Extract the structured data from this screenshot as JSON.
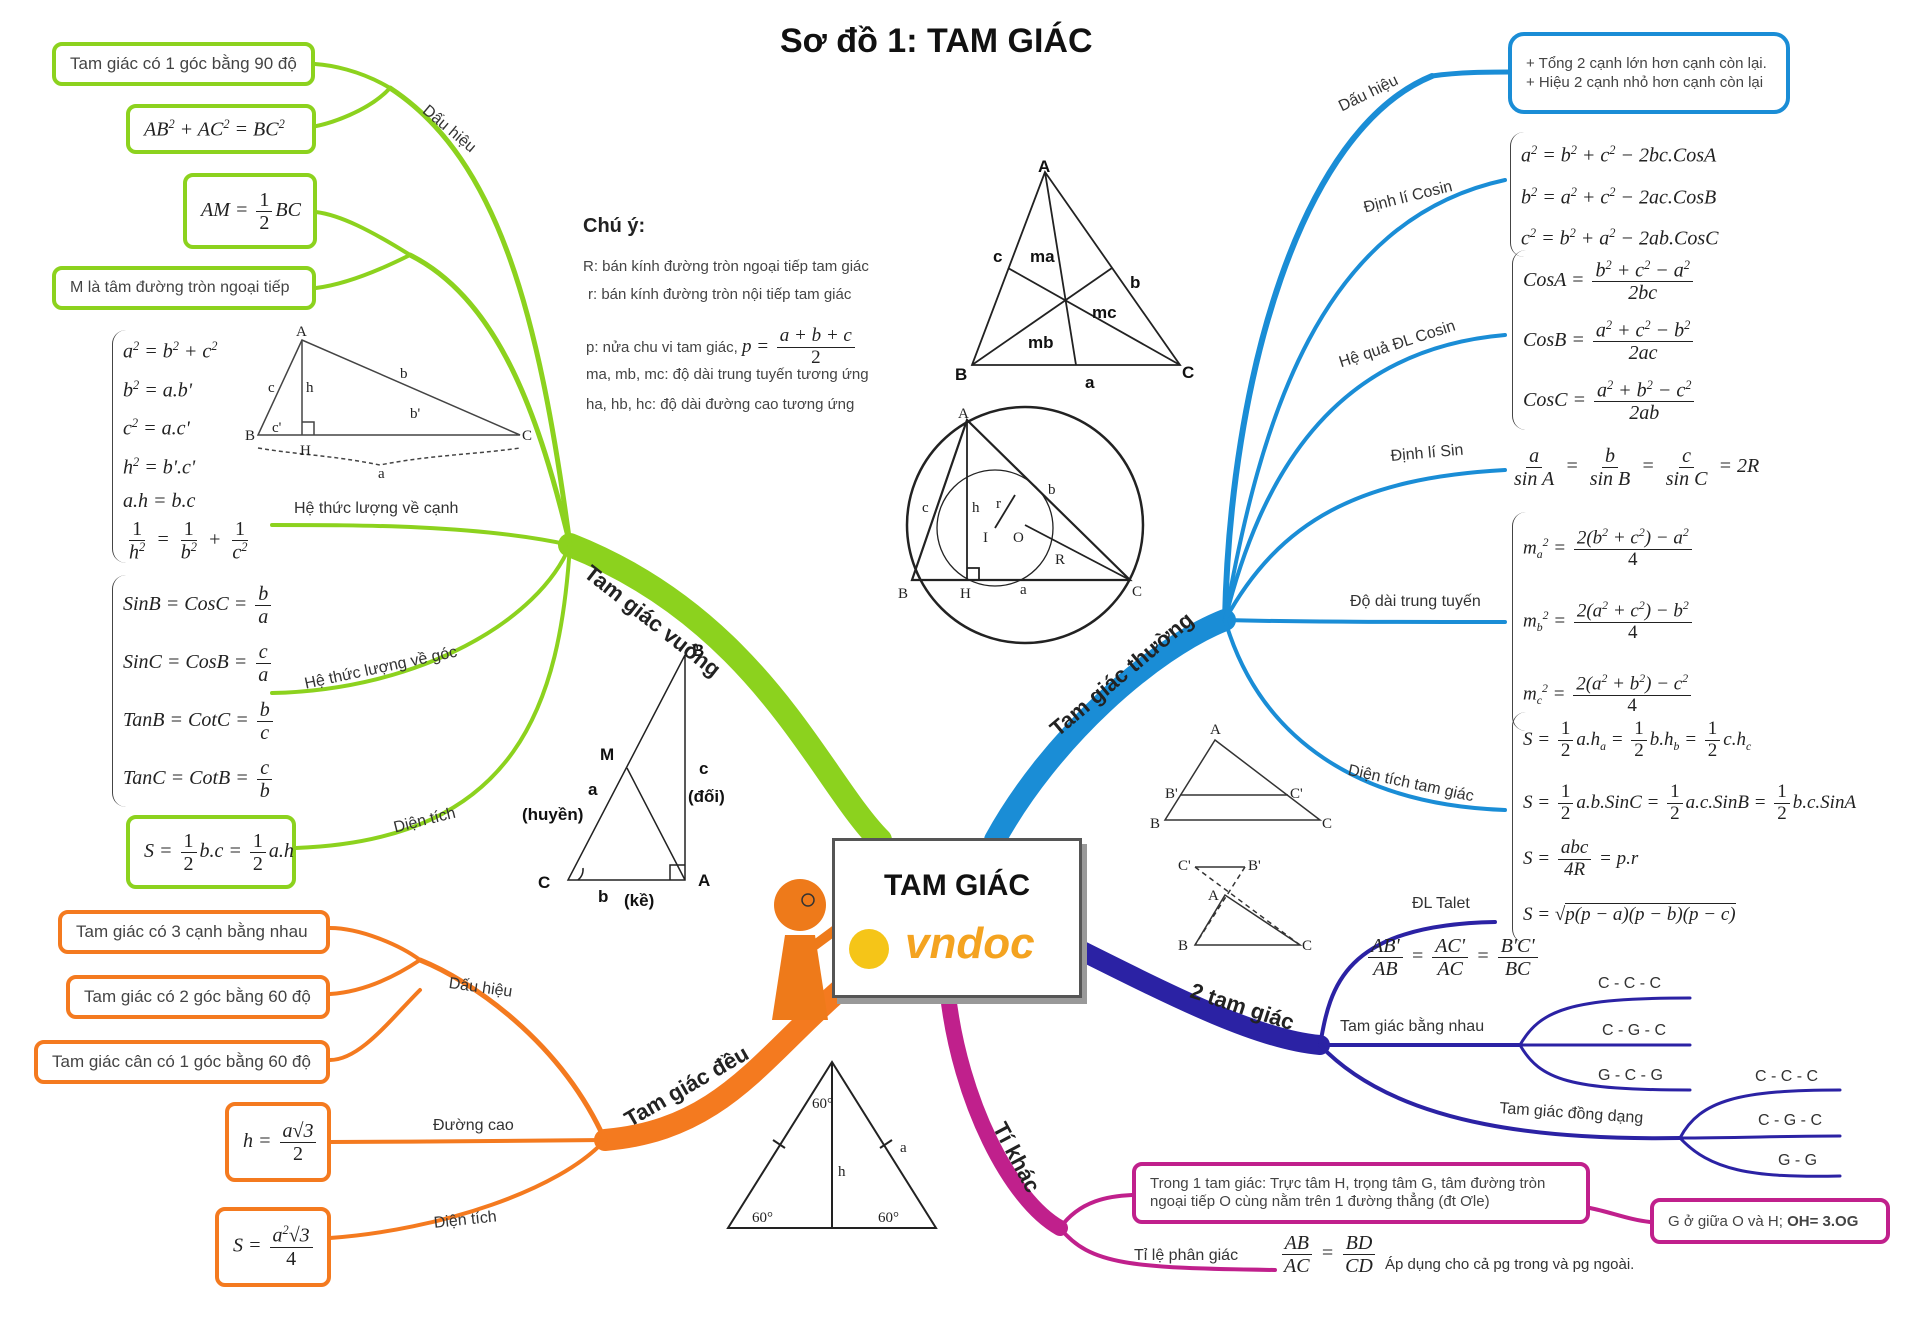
{
  "title": "Sơ đồ 1: TAM GIÁC",
  "center": {
    "title": "TAM GIÁC",
    "logo": "vndoc"
  },
  "colors": {
    "green": "#8cd21e",
    "orange": "#f47a1f",
    "blue": "#1a8dd6",
    "navy": "#2b22a4",
    "magenta": "#c0208c"
  },
  "note": {
    "heading": "Chú ý:",
    "lines": [
      "R: bán kính đường tròn ngoại tiếp tam giác",
      "r: bán kính đường tròn nội tiếp tam giác",
      "p: nửa chu vi tam giác,",
      "ma, mb, mc: độ dài trung tuyến tương ứng",
      "ha, hb, hc: độ dài đường cao tương ứng"
    ]
  },
  "right_triangle": {
    "branch": "Tam giác vuông",
    "sign_label": "Dấu hiệu",
    "sign_items": [
      "Tam giác có 1 góc bằng 90 độ"
    ],
    "median_note": "M là tâm đường tròn ngoại tiếp",
    "sides_label": "Hệ thức lượng về cạnh",
    "angles_label": "Hệ thức lượng về góc",
    "area_label": "Diện tích"
  },
  "equilateral": {
    "branch": "Tam giác đều",
    "sign_label": "Dấu hiệu",
    "sign_items": [
      "Tam giác có 3 cạnh bằng nhau",
      "Tam giác có 2 góc bằng 60 độ",
      "Tam giác cân có 1 góc bằng 60 độ"
    ],
    "height_label": "Đường cao",
    "area_label": "Diện tích"
  },
  "general": {
    "branch": "Tam giác thường",
    "sign_label": "Dấu hiệu",
    "sign_items": [
      "+ Tổng 2 cạnh lớn hơn cạnh còn lại.",
      "+ Hiệu 2 cạnh nhỏ hơn cạnh còn lại"
    ],
    "cosine_label": "Định lí Cosin",
    "cos_corollary_label": "Hệ quả ĐL Cosin",
    "sine_label": "Định lí Sin",
    "median_label": "Độ dài trung tuyến",
    "area_label": "Diện tích tam giác"
  },
  "two": {
    "branch": "2 tam giác",
    "talet_label": "ĐL Talet",
    "congruent_label": "Tam giác bằng nhau",
    "congruent_cases": [
      "C - C - C",
      "C - G - C",
      "G - C - G"
    ],
    "similar_label": "Tam giác đồng dạng",
    "similar_cases": [
      "C - C - C",
      "C - G - C",
      "G - G"
    ]
  },
  "other": {
    "branch": "Tí khác",
    "euler_text": "Trong 1 tam giác: Trực tâm H, trọng tâm G, tâm đường tròn ngoại tiếp O cùng nằm trên 1 đường thẳng (đt Ơle)",
    "euler_g": "G ở giữa O và H;",
    "euler_oh": "OH= 3.OG",
    "bisector_label": "Tỉ lệ phân giác",
    "bisector_note": "Áp dụng cho cả pg trong và pg ngoài."
  },
  "figures": {
    "right": {
      "B": "B",
      "M": "M",
      "C": "C",
      "A": "A",
      "a": "a",
      "hyp": "(huyền)",
      "c": "c",
      "opp": "(đối)",
      "b": "b",
      "adj": "(kề)"
    },
    "median": {
      "A": "A",
      "B": "B",
      "C": "C",
      "c": "c",
      "b": "b",
      "a": "a",
      "ma": "ma",
      "mb": "mb",
      "mc": "mc"
    },
    "circle": {
      "A": "A",
      "B": "B",
      "C": "C",
      "H": "H",
      "I": "I",
      "O": "O",
      "R": "R",
      "r": "r",
      "h": "h",
      "a": "a",
      "b": "b",
      "c": "c"
    },
    "equi": {
      "t": "60°",
      "l": "60°",
      "r": "60°",
      "h": "h",
      "a": "a"
    },
    "talet1": {
      "A": "A",
      "B1": "B'",
      "C1": "C'",
      "B": "B",
      "C": "C"
    },
    "talet2": {
      "C1": "C'",
      "B1": "B'",
      "A": "A",
      "B": "B",
      "C": "C"
    },
    "small_right": {
      "A": "A",
      "B": "B",
      "C": "C",
      "H": "H",
      "c": "c",
      "b": "b",
      "h": "h",
      "cp": "c'",
      "bp": "b'",
      "a": "a"
    }
  }
}
